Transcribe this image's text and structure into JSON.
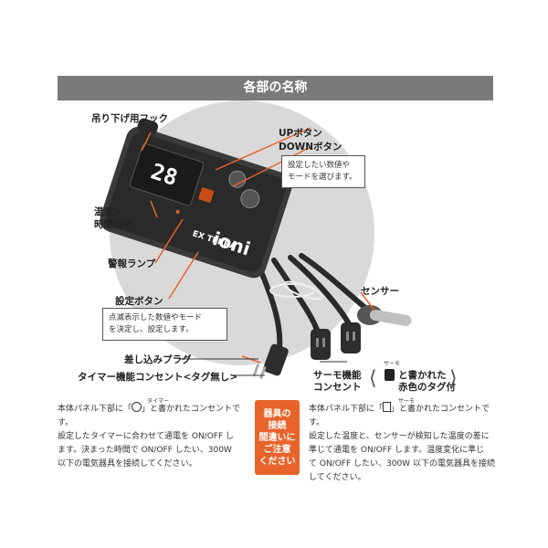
{
  "header": {
    "title": "各部の名称"
  },
  "labels": {
    "hook": "吊り下げ用フック",
    "up_button": "UPボタン",
    "down_button": "DOWNボタン",
    "display": "温度・\n時間表示",
    "alarm_lamp": "警報ランプ",
    "set_button": "設定ボタン",
    "plug": "差し込みプラグ",
    "sensor": "センサー",
    "timer_outlet": "タイマー機能コンセント<タグ無し>",
    "thermo_outlet_prefix": "サーモ機能\nコンセント",
    "tag_text": "と書かれた\n赤色のタグ付",
    "tag_ruby": "サーモ"
  },
  "notes": {
    "up_down": "設定したい数値や\nモードを選びます。",
    "set": "点滅表示した数値やモード\nを決定し、設定します。"
  },
  "device": {
    "display_value": "28",
    "brand": "EX TERRA",
    "model": "ioni"
  },
  "descriptions": {
    "timer_ruby": "タイマー",
    "timer_1": "本体パネル下部に「",
    "timer_1b": "」と書かれたコンセントです。",
    "timer_2": "設定したタイマーに合わせて通電を ON/OFF し",
    "timer_3": "ます。決まった時間で ON/OFF したい、300W",
    "timer_4": "以下の電気器具を接続してください。",
    "thermo_ruby": "サーモ",
    "thermo_1": "本体パネル下部に「",
    "thermo_1b": "」と書かれたコンセントです。",
    "thermo_2": "設定した温度と、センサーが検知した温度の差に",
    "thermo_3": "準じて通電を ON/OFF します。温度変化に準じ",
    "thermo_4": "て ON/OFF したい、300W 以下の電気器具を接続",
    "thermo_5": "してください。"
  },
  "warning": {
    "text": "器具の\n接続\n間違いに\nご注意\nください"
  },
  "colors": {
    "accent": "#e8632a",
    "title_bar": "#7a7a7a",
    "device_body": "#3a3a3a",
    "circle": "#d9d9d9"
  }
}
